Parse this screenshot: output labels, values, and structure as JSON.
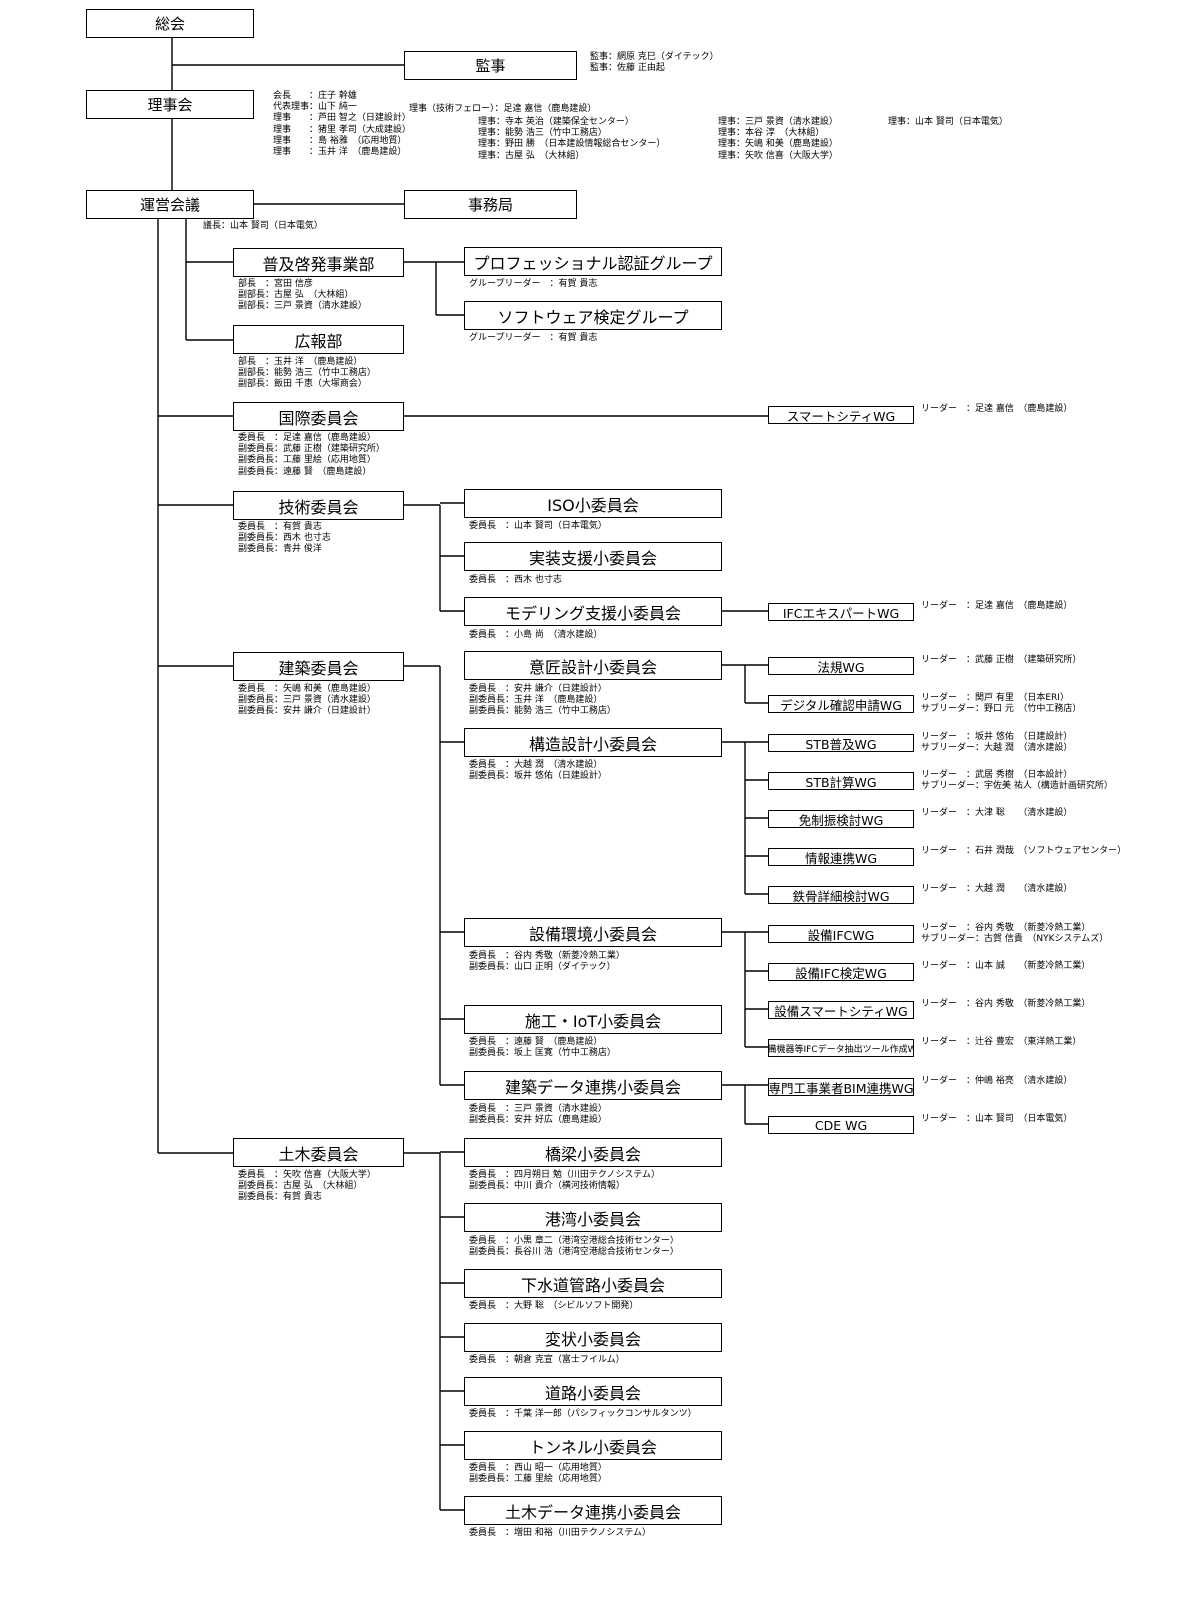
{
  "boxes": [
    {
      "id": "soukai",
      "label": "総会"
    },
    {
      "id": "kanji",
      "label": "監事"
    },
    {
      "id": "rijikai",
      "label": "理事会"
    },
    {
      "id": "unei",
      "label": "運営会議"
    },
    {
      "id": "jimukyoku",
      "label": "事務局"
    },
    {
      "id": "fukyu",
      "label": "普及啓発事業部"
    },
    {
      "id": "koho",
      "label": "広報部"
    },
    {
      "id": "kokusai",
      "label": "国際委員会"
    },
    {
      "id": "gijutsu",
      "label": "技術委員会"
    },
    {
      "id": "kenchiku",
      "label": "建築委員会"
    },
    {
      "id": "doboku",
      "label": "土木委員会"
    },
    {
      "id": "pro",
      "label": "プロフェッショナル認証グループ"
    },
    {
      "id": "soft",
      "label": "ソフトウェア検定グループ"
    },
    {
      "id": "iso",
      "label": "ISO小委員会"
    },
    {
      "id": "jisso",
      "label": "実装支援小委員会"
    },
    {
      "id": "modeling",
      "label": "モデリング支援小委員会"
    },
    {
      "id": "isho",
      "label": "意匠設計小委員会"
    },
    {
      "id": "kozo",
      "label": "構造設計小委員会"
    },
    {
      "id": "setsubi",
      "label": "設備環境小委員会"
    },
    {
      "id": "sekou",
      "label": "施工・IoT小委員会"
    },
    {
      "id": "kdata",
      "label": "建築データ連携小委員会"
    },
    {
      "id": "kyoryo",
      "label": "橋梁小委員会"
    },
    {
      "id": "kowan",
      "label": "港湾小委員会"
    },
    {
      "id": "gesui",
      "label": "下水道管路小委員会"
    },
    {
      "id": "henjo",
      "label": "変状小委員会"
    },
    {
      "id": "doro",
      "label": "道路小委員会"
    },
    {
      "id": "tunnel",
      "label": "トンネル小委員会"
    },
    {
      "id": "ddata",
      "label": "土木データ連携小委員会"
    },
    {
      "id": "smartcity",
      "label": "スマートシティWG"
    },
    {
      "id": "ifcexpert",
      "label": "IFCエキスパートWG"
    },
    {
      "id": "hoki",
      "label": "法規WG"
    },
    {
      "id": "digital",
      "label": "デジタル確認申請WG"
    },
    {
      "id": "stbfukyu",
      "label": "STB普及WG"
    },
    {
      "id": "stbkeisan",
      "label": "STB計算WG"
    },
    {
      "id": "menshin",
      "label": "免制振検討WG"
    },
    {
      "id": "joho",
      "label": "情報連携WG"
    },
    {
      "id": "tekkotsu",
      "label": "鉄骨詳細検討WG"
    },
    {
      "id": "setsubiifc",
      "label": "設備IFCWG"
    },
    {
      "id": "setsubiifckentei",
      "label": "設備IFC検定WG"
    },
    {
      "id": "setsubismart",
      "label": "設備スマートシティWG"
    },
    {
      "id": "setsubikiki",
      "label": "設備機器等IFCデータ抽出ツール作成WG"
    },
    {
      "id": "senmon",
      "label": "専門工事業者BIM連携WG"
    },
    {
      "id": "cde",
      "label": "CDE WG"
    }
  ],
  "details": [
    {
      "id": "kanji",
      "text": "監事：網原 克巳（ダイテック）\n監事：佐藤 正由起"
    },
    {
      "id": "riji1",
      "text": "会長　　：庄子 幹雄\n代表理事：山下 純一\n理事　　：芦田 智之（日建設計）\n理事　　：猪里 孝司（大成建設）\n理事　　：島 裕雅　（応用地質）\n理事　　：玉井 洋　（鹿島建設）"
    },
    {
      "id": "riji2",
      "text": "理事（技術フェロー）：足達 嘉信（鹿島建設）"
    },
    {
      "id": "riji3",
      "text": "理事：寺本 英治（建築保全センター）\n理事：能勢 浩三（竹中工務店）\n理事：野田 勝　（日本建設情報総合センター）\n理事：古屋 弘　（大林組）"
    },
    {
      "id": "riji4",
      "text": "理事：三戸 景資（清水建設）\n理事：本谷 淳　（大林組）\n理事：矢嶋 和美（鹿島建設）\n理事：矢吹 信喜（大阪大学）"
    },
    {
      "id": "riji5",
      "text": "理事：山本 賢司（日本電気）"
    },
    {
      "id": "unei",
      "text": "議長：山本 賢司（日本電気）"
    },
    {
      "id": "fukyu",
      "text": "部長　：宮田 信彦\n副部長：古屋 弘　（大林組）\n副部長：三戸 景資（清水建設）"
    },
    {
      "id": "pro",
      "text": "グループリーダー　：有賀 貴志"
    },
    {
      "id": "soft",
      "text": "グループリーダー　：有賀 貴志"
    },
    {
      "id": "koho",
      "text": "部長　：玉井 洋　（鹿島建設）\n副部長：能勢 浩三（竹中工務店）\n副部長：飯田 千恵（大塚商会）"
    },
    {
      "id": "kokusai",
      "text": "委員長　：足達 嘉信（鹿島建設）\n副委員長：武藤 正樹（建築研究所）\n副委員長：工藤 里絵（応用地質）\n副委員長：遠藤 賢　（鹿島建設）"
    },
    {
      "id": "smartcity",
      "text": "リーダー　：足達 嘉信　（鹿島建設）"
    },
    {
      "id": "gijutsu",
      "text": "委員長　：有賀 貴志\n副委員長：西木 也寸志\n副委員長：青井 俊洋"
    },
    {
      "id": "iso",
      "text": "委員長　：山本 賢司（日本電気）"
    },
    {
      "id": "jisso",
      "text": "委員長　：西木 也寸志"
    },
    {
      "id": "modeling",
      "text": "委員長　：小島 尚　（清水建設）"
    },
    {
      "id": "ifcexpert",
      "text": "リーダー　：足達 嘉信　（鹿島建設）"
    },
    {
      "id": "kenchiku",
      "text": "委員長　：矢嶋 和美（鹿島建設）\n副委員長：三戸 景資（清水建設）\n副委員長：安井 謙介（日建設計）"
    },
    {
      "id": "isho",
      "text": "委員長　：安井 謙介（日建設計）\n副委員長：玉井 洋　（鹿島建設）\n副委員長：能勢 浩三（竹中工務店）"
    },
    {
      "id": "hoki",
      "text": "リーダー　：武藤 正樹　（建築研究所）"
    },
    {
      "id": "digital",
      "text": "リーダー　：関戸 有里　（日本ERI）\nサブリーダー：野口 元　（竹中工務店）"
    },
    {
      "id": "kozo",
      "text": "委員長　：大越 潤　（清水建設）\n副委員長：坂井 悠佑（日建設計）"
    },
    {
      "id": "stbfukyu",
      "text": "リーダー　：坂井 悠佑　（日建設計）\nサブリーダー：大越 潤　（清水建設）"
    },
    {
      "id": "stbkeisan",
      "text": "リーダー　：武居 秀樹　（日本設計）\nサブリーダー：宇佐美 祐人（構造計画研究所）"
    },
    {
      "id": "menshin",
      "text": "リーダー　：大津 聡　　（清水建設）"
    },
    {
      "id": "joho",
      "text": "リーダー　：石井 潤哉　（ソフトウェアセンター）"
    },
    {
      "id": "tekkotsu",
      "text": "リーダー　：大越 潤　　（清水建設）"
    },
    {
      "id": "setsubi",
      "text": "委員長　：谷内 秀敬（新菱冷熱工業）\n副委員長：山口 正明（ダイテック）"
    },
    {
      "id": "setsubiifc",
      "text": "リーダー　：谷内 秀敬　（新菱冷熱工業）\nサブリーダー：古賀 信貴　（NYKシステムズ）"
    },
    {
      "id": "setsubiifckentei",
      "text": "リーダー　：山本 誠　　（新菱冷熱工業）"
    },
    {
      "id": "setsubismart",
      "text": "リーダー　：谷内 秀敬　（新菱冷熱工業）"
    },
    {
      "id": "setsubikiki",
      "text": "リーダー　：辻谷 豊宏　（東洋熱工業）"
    },
    {
      "id": "sekou",
      "text": "委員長　：遠藤 賢　（鹿島建設）\n副委員長：坂上 匡寛（竹中工務店）"
    },
    {
      "id": "kdata",
      "text": "委員長　：三戸 景資（清水建設）\n副委員長：安井 好広（鹿島建設）"
    },
    {
      "id": "senmon",
      "text": "リーダー　：仲嶋 裕亮　（清水建設）"
    },
    {
      "id": "cde",
      "text": "リーダー　：山本 賢司　（日本電気）"
    },
    {
      "id": "doboku",
      "text": "委員長　：矢吹 信喜（大阪大学）\n副委員長：古屋 弘　（大林組）\n副委員長：有賀 貴志"
    },
    {
      "id": "kyoryo",
      "text": "委員長　：四月朔日 勉（川田テクノシステム）\n副委員長：中川 貴介（横河技術情報）"
    },
    {
      "id": "kowan",
      "text": "委員長　：小黒 章二（港湾空港総合技術センター）\n副委員長：長谷川 浩（港湾空港総合技術センター）"
    },
    {
      "id": "gesui",
      "text": "委員長　：大野 聡　（シビルソフト開発）"
    },
    {
      "id": "henjo",
      "text": "委員長　：朝倉 克宣（富士フイルム）"
    },
    {
      "id": "doro",
      "text": "委員長　：千葉 洋一郎（パシフィックコンサルタンツ）"
    },
    {
      "id": "tunnel",
      "text": "委員長　：西山 昭一（応用地質）\n副委員長：工藤 里絵（応用地質）"
    },
    {
      "id": "ddata",
      "text": "委員長　：増田 和裕（川田テクノシステム）"
    }
  ]
}
